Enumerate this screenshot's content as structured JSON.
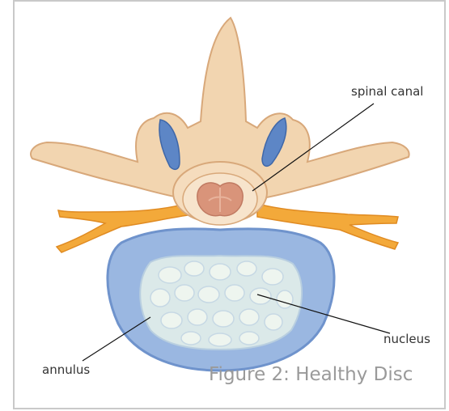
{
  "labels": {
    "spinal_canal": "spinal canal",
    "nucleus": "nucleus",
    "annulus": "annulus"
  },
  "caption": "Figure 2: Healthy Disc",
  "colors": {
    "bone": "#f2d5b0",
    "bone_edge": "#d8a87a",
    "facet_blue": "#5d86c6",
    "spinal_cord": "#d9947a",
    "nerve": "#f3a93a",
    "annulus": "#9ab7e1",
    "annulus_edge": "#6f93cc",
    "nucleus": "#dbe9e9",
    "nucleus_cells": "#eef5ef",
    "frame_border": "#c9c9c9",
    "caption": "#9a9a9a"
  }
}
